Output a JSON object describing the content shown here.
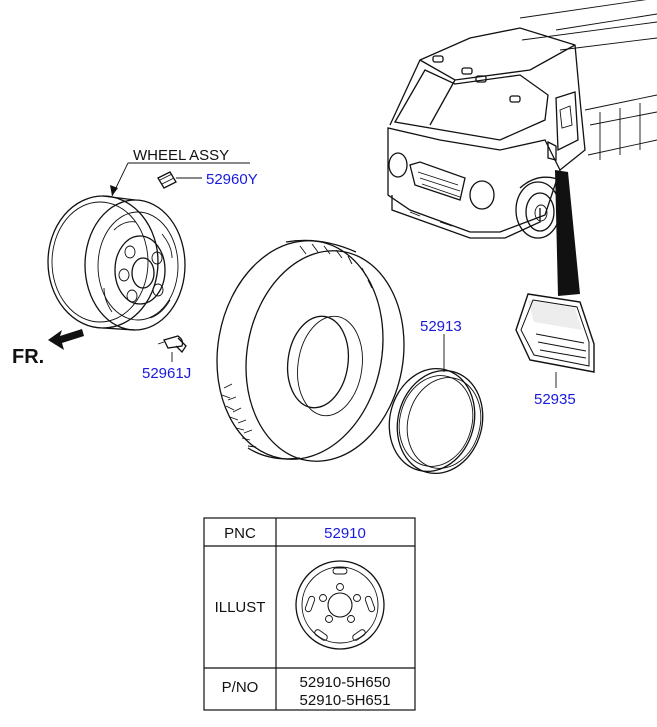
{
  "labels": {
    "wheel_assy": "WHEEL ASSY",
    "front_indicator": "FR.",
    "pnc_valve_cap": "52960Y",
    "pnc_valve_ext": "52961J",
    "pnc_wheel_guard": "52913",
    "pnc_tire_label": "52935"
  },
  "table": {
    "header_label": "PNC",
    "header_value": "52910",
    "illust_label": "ILLUST",
    "pno_label": "P/NO",
    "part_numbers": [
      "52910-5H650",
      "52910-5H651"
    ]
  },
  "colors": {
    "pnc_text": "#1a1adb",
    "line": "#111111",
    "tire_label_fill": "#1a1a1a"
  }
}
